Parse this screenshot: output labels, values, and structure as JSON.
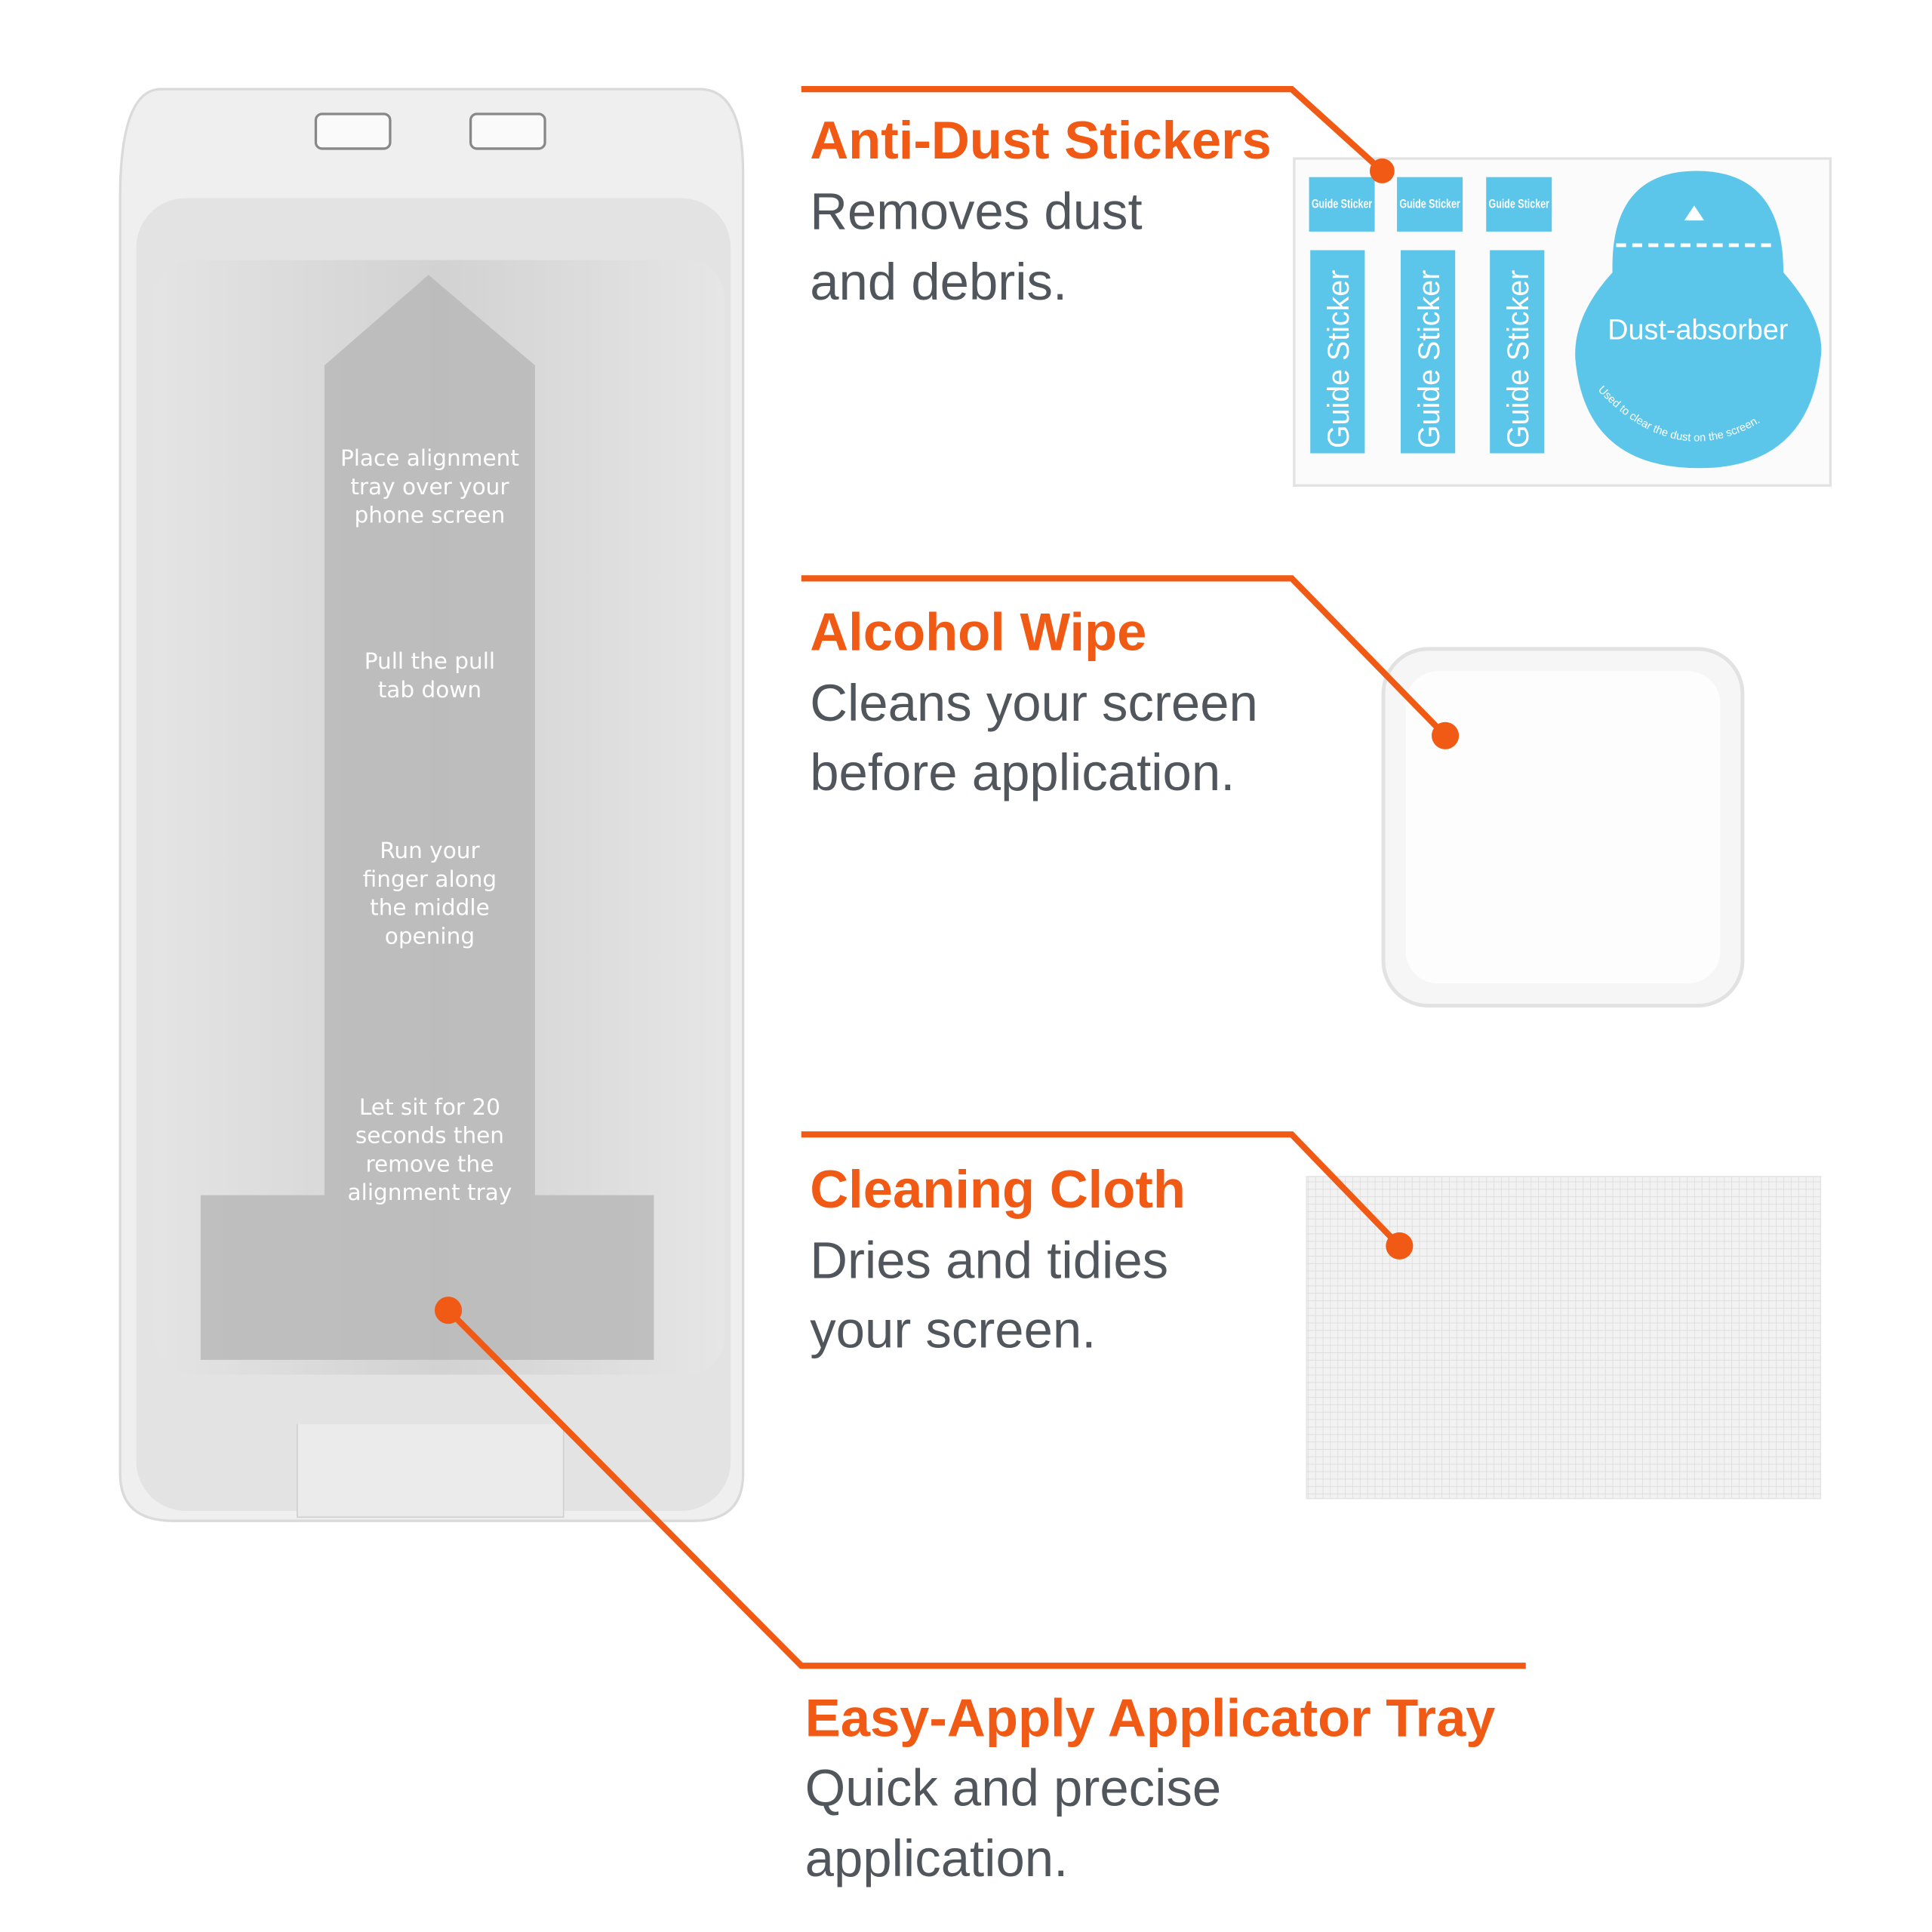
{
  "accent_color": "#f05a14",
  "text_color": "#50565c",
  "sticker_color": "#5cc6ea",
  "callouts": [
    {
      "title": "Anti-Dust Stickers",
      "lines": [
        "Removes dust",
        "and debris."
      ]
    },
    {
      "title": "Alcohol Wipe",
      "lines": [
        "Cleans your screen",
        "before application."
      ]
    },
    {
      "title": "Cleaning Cloth",
      "lines": [
        "Dries and tidies",
        "your screen."
      ]
    },
    {
      "title": "Easy-Apply Applicator Tray",
      "lines": [
        "Quick and precise",
        "application."
      ]
    }
  ],
  "tray_steps": [
    [
      "Place alignment",
      "tray over your",
      "phone screen"
    ],
    [
      "Pull the pull",
      "tab down"
    ],
    [
      "Run your",
      "finger along",
      "the middle",
      "opening"
    ],
    [
      "Let sit for 20",
      "seconds then",
      "remove the",
      "alignment tray"
    ]
  ],
  "sticker_sheet": {
    "guide_label": "Guide Sticker",
    "absorber_label": "Dust-absorber",
    "absorber_caption": "Used to clear the dust on the screen."
  }
}
